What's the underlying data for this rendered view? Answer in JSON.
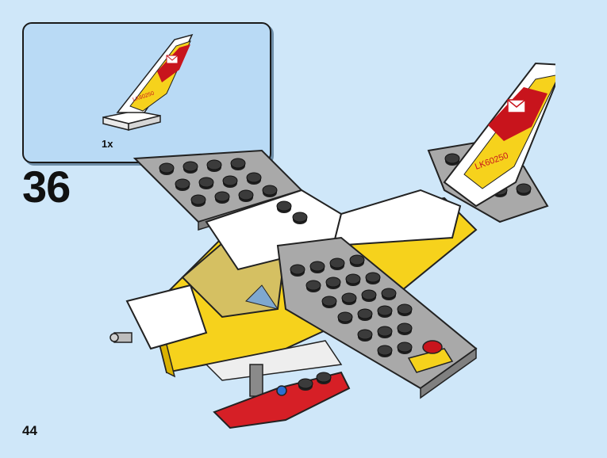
{
  "step": {
    "number": "36",
    "callout": {
      "quantity": "1x",
      "part_label": "LK60250"
    }
  },
  "model": {
    "tail_label": "LK60250"
  },
  "page": {
    "number": "44"
  },
  "colors": {
    "background": "#cfe7f9",
    "callout_bg": "#b9daf5",
    "yellow": "#f6d21c",
    "red": "#c8141c",
    "gray": "#a9a9a9",
    "dark_gray": "#3b3b3b",
    "white": "#ffffff"
  },
  "icons": [
    "envelope-logo-icon",
    "stud-icon"
  ]
}
